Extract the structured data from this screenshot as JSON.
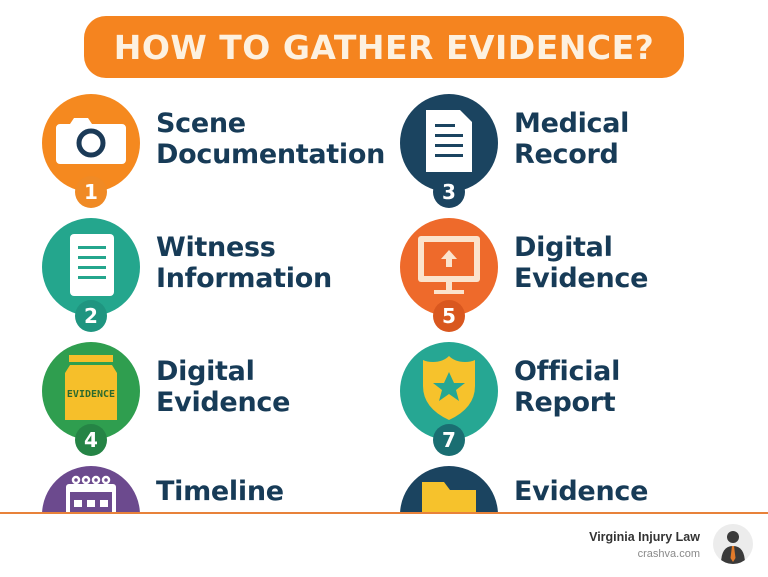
{
  "title": "HOW TO GATHER EVIDENCE?",
  "colors": {
    "banner": "#f5841f",
    "title_text": "#fdf1e0",
    "label_text": "#173b57",
    "divider": "#e8823a"
  },
  "items": [
    {
      "number": "1",
      "label_line1": "Scene",
      "label_line2": "Documentation",
      "icon": "camera-icon",
      "circle_color": "#f5891f",
      "badge_color": "#f08a25"
    },
    {
      "number": "3",
      "label_line1": "Medical",
      "label_line2": "Record",
      "icon": "document-icon",
      "circle_color": "#1b4460",
      "badge_color": "#1b4460"
    },
    {
      "number": "2",
      "label_line1": "Witness",
      "label_line2": "Information",
      "icon": "notes-icon",
      "circle_color": "#24a68d",
      "badge_color": "#1f9580"
    },
    {
      "number": "5",
      "label_line1": "Digital",
      "label_line2": "Evidence",
      "icon": "monitor-upload-icon",
      "circle_color": "#ee6a2b",
      "badge_color": "#d9571f"
    },
    {
      "number": "4",
      "label_line1": "Digital",
      "label_line2": "Evidence",
      "icon": "evidence-bag-icon",
      "circle_color": "#2f9e4f",
      "badge_color": "#258445",
      "bag_text": "EVIDENCE"
    },
    {
      "number": "7",
      "label_line1": "Official",
      "label_line2": "Report",
      "icon": "police-badge-icon",
      "circle_color": "#26a793",
      "badge_color": "#1a6e72"
    },
    {
      "number": "",
      "label_line1": "Timeline",
      "label_line2": "",
      "icon": "calendar-icon",
      "circle_color": "#6c4a8e",
      "badge_color": "#6c4a8e"
    },
    {
      "number": "",
      "label_line1": "Evidence",
      "label_line2": "",
      "icon": "folder-icon",
      "circle_color": "#1b4460",
      "badge_color": "#1b4460"
    }
  ],
  "footer": {
    "brand_name": "Virginia Injury Law",
    "brand_site": "crashva.com"
  }
}
